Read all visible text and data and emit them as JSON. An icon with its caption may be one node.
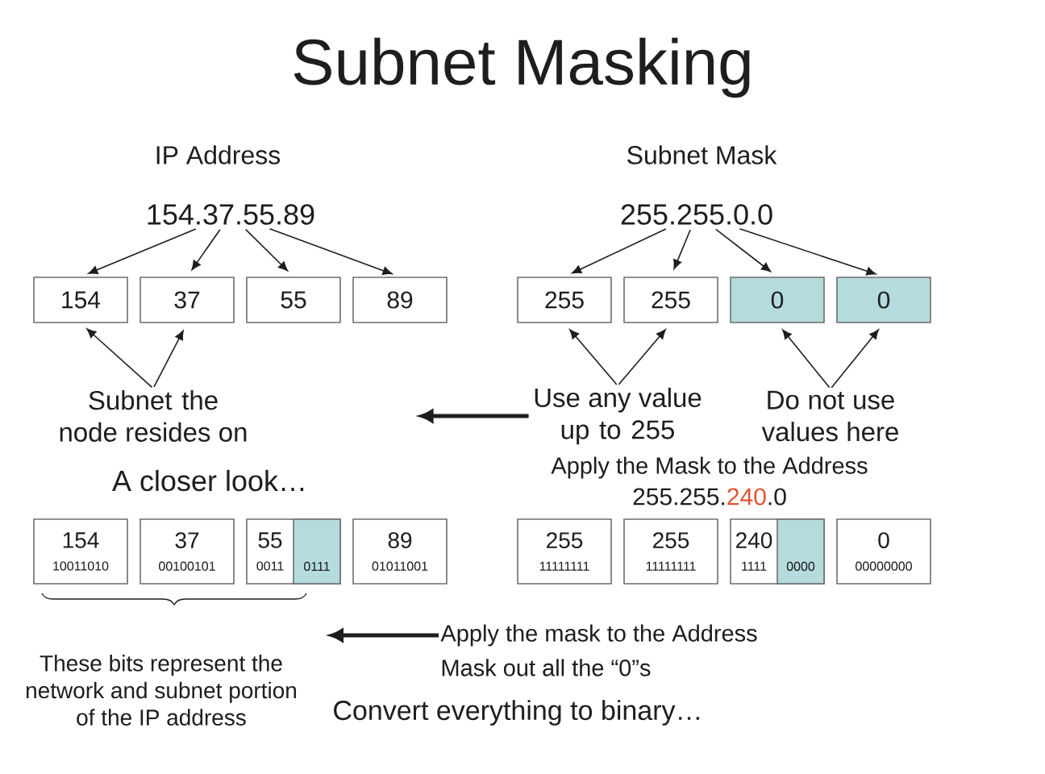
{
  "diagram": {
    "title": "Subnet Masking",
    "nodes": [
      {
        "text": [
          "154.37.55.89"
        ]
      },
      {
        "text": [
          "255.255.0.0"
        ]
      },
      {
        "text": [
          "154"
        ]
      },
      {
        "text": [
          "37"
        ]
      },
      {
        "text": [
          "55"
        ]
      },
      {
        "text": [
          "89"
        ]
      },
      {
        "text": [
          "255"
        ]
      },
      {
        "text": [
          "255"
        ]
      },
      {
        "text": [
          "0"
        ]
      },
      {
        "text": [
          "0"
        ]
      },
      {
        "text": [
          "Subnet the node resides on"
        ]
      },
      {
        "text": [
          "Use any value up to 255"
        ]
      },
      {
        "text": [
          "Do not use values here"
        ]
      },
      {
        "text": [
          "154",
          "10011010"
        ]
      },
      {
        "text": [
          "37",
          "00100101"
        ]
      },
      {
        "text": [
          "55",
          "0011"
        ]
      },
      {
        "text": [
          "0111"
        ],
        "in": 15
      },
      {
        "text": [
          "89",
          "01011001"
        ]
      },
      {
        "text": [
          "255",
          "11111111"
        ]
      },
      {
        "text": [
          "255",
          "11111111"
        ]
      },
      {
        "text": [
          "240",
          "1111"
        ]
      },
      {
        "text": [
          "0000"
        ],
        "in": 20
      },
      {
        "text": [
          "0",
          "00000000"
        ]
      },
      {
        "text": [
          "Apply the mask to the Address"
        ]
      }
    ],
    "edges": [
      {
        "from": 0,
        "to": 2,
        "arrow": "to"
      },
      {
        "from": 0,
        "to": 3,
        "arrow": "to"
      },
      {
        "from": 0,
        "to": 4,
        "arrow": "to"
      },
      {
        "from": 0,
        "to": 5,
        "arrow": "to"
      },
      {
        "from": 1,
        "to": 6,
        "arrow": "to"
      },
      {
        "from": 1,
        "to": 7,
        "arrow": "to"
      },
      {
        "from": 1,
        "to": 8,
        "arrow": "to"
      },
      {
        "from": 1,
        "to": 9,
        "arrow": "to"
      },
      {
        "from": 10,
        "to": 2,
        "arrow": "to"
      },
      {
        "from": 10,
        "to": 3,
        "arrow": "to"
      },
      {
        "from": 11,
        "to": 6,
        "arrow": "to"
      },
      {
        "from": 11,
        "to": 7,
        "arrow": "to"
      },
      {
        "from": 12,
        "to": 8,
        "arrow": "to"
      },
      {
        "from": 12,
        "to": 9,
        "arrow": "to"
      },
      {
        "from": 11,
        "to": null,
        "arrow": "to",
        "style": "thick"
      },
      {
        "from": 23,
        "to": null,
        "arrow": "to",
        "style": "thick"
      }
    ],
    "labels": [
      "IP Address",
      "Subnet Mask",
      "A closer look…",
      "Apply the Mask to the Address",
      "255.255.240.0",
      "Mask out all the “0”s",
      "These bits represent the network and subnet portion of the IP address",
      "Convert everything to binary…"
    ]
  }
}
